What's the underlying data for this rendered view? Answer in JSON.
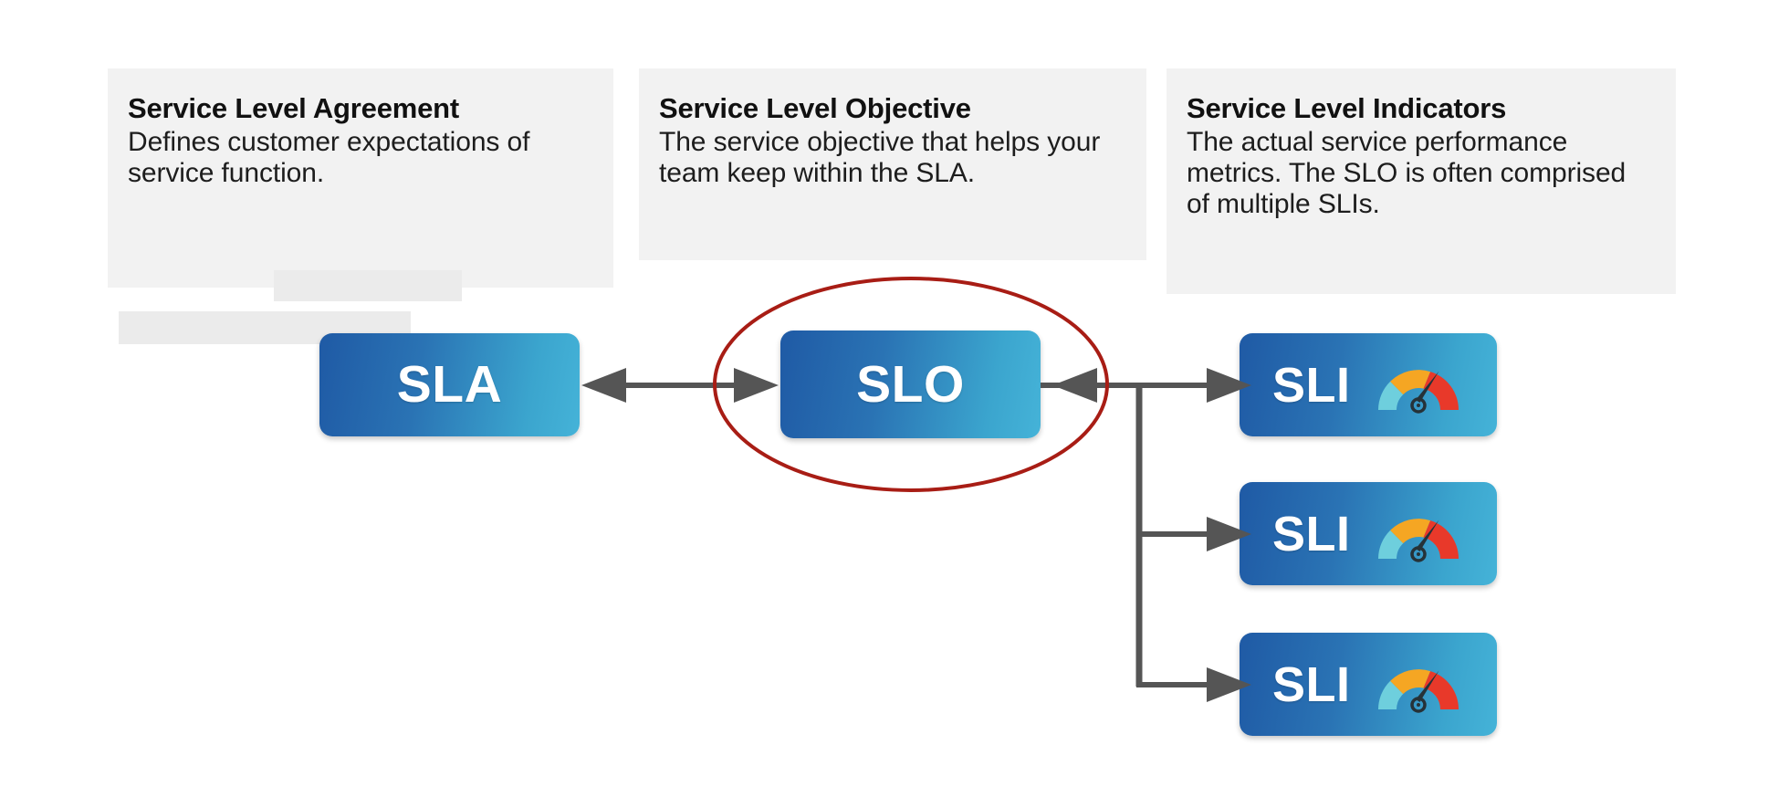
{
  "diagram": {
    "title": "SLA / SLO / SLI relationship diagram",
    "colors": {
      "card_background": "#f2f2f2",
      "card_ghost": "#ebebeb",
      "box_gradient_start": "#1f5aa5",
      "box_gradient_end": "#45b3d8",
      "arrow": "#555555",
      "highlight_ellipse": "#a81d15",
      "gauge_low": "#6ecfdd",
      "gauge_mid": "#f5a623",
      "gauge_high": "#e8392a",
      "gauge_needle": "#263238"
    }
  },
  "cards": [
    {
      "id": "sla",
      "title": "Service Level Agreement",
      "body": "Defines customer expectations of service function."
    },
    {
      "id": "slo",
      "title": "Service Level Objective",
      "body": "The service objective that helps your team keep within the SLA."
    },
    {
      "id": "sli",
      "title": "Service Level Indicators",
      "body": "The actual service performance metrics. The SLO is often comprised of multiple SLIs."
    }
  ],
  "boxes": {
    "sla": {
      "label": "SLA"
    },
    "slo": {
      "label": "SLO",
      "highlighted": true
    },
    "sli_1": {
      "label": "SLI",
      "icon": "gauge-icon"
    },
    "sli_2": {
      "label": "SLI",
      "icon": "gauge-icon"
    },
    "sli_3": {
      "label": "SLI",
      "icon": "gauge-icon"
    }
  },
  "connectors": [
    {
      "id": "sla-slo",
      "from": "SLA",
      "to": "SLO",
      "style": "double-headed-arrow"
    },
    {
      "id": "slo-sli-1",
      "from": "SLO",
      "to": "SLI",
      "style": "arrow"
    },
    {
      "id": "slo-sli-2",
      "from": "SLO",
      "to": "SLI",
      "style": "branch-arrow"
    },
    {
      "id": "slo-sli-3",
      "from": "SLO",
      "to": "SLI",
      "style": "branch-arrow"
    }
  ]
}
